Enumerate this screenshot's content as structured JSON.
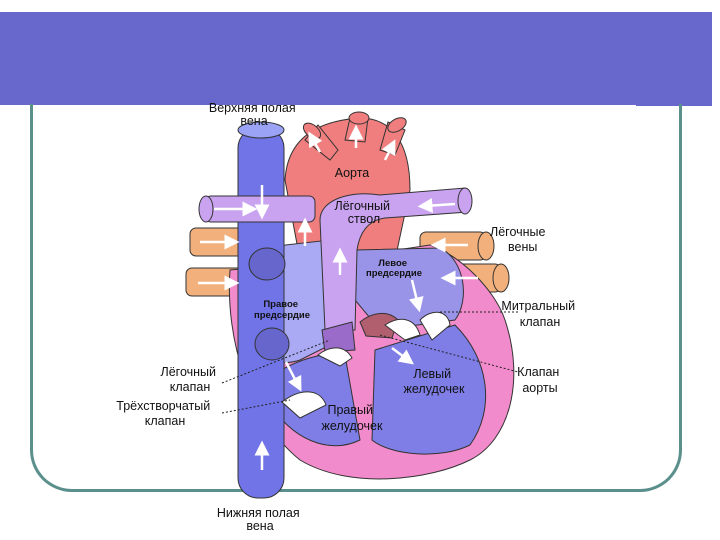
{
  "colors": {
    "banner": "#6767cc",
    "frame": "#5b8f8c",
    "vena_cava": "#7074e6",
    "vena_cava_light": "#9aa3f5",
    "aorta": "#f07e7e",
    "pulmonary_trunk": "#c9a2f0",
    "pulmonary_veins": "#f2b07c",
    "heart_wall": "#f28bcb",
    "right_atrium": "#a9a9f4",
    "left_atrium": "#9a94e8",
    "ventricle": "#7e7ee6",
    "valve_tissue": "#b15e6f"
  },
  "labels": {
    "superior_vena_cava": [
      "Верхняя полая",
      "вена"
    ],
    "aorta": "Аорта",
    "pulmonary_trunk": [
      "Лёгочный",
      "ствол"
    ],
    "pulmonary_veins": [
      "Лёгочные",
      "вены"
    ],
    "left_atrium": [
      "Левое",
      "предсердие"
    ],
    "right_atrium": [
      "Правое",
      "предсердие"
    ],
    "mitral_valve": [
      "Митральный",
      "клапан"
    ],
    "pulmonary_valve": [
      "Лёгочный",
      "клапан"
    ],
    "aortic_valve": [
      "Клапан",
      "аорты"
    ],
    "tricuspid_valve": [
      "Трёхстворчатый",
      "клапан"
    ],
    "left_ventricle": [
      "Левый",
      "желудочек"
    ],
    "right_ventricle": [
      "Правый",
      "желудочек"
    ],
    "inferior_vena_cava": [
      "Нижняя полая",
      "вена"
    ]
  }
}
